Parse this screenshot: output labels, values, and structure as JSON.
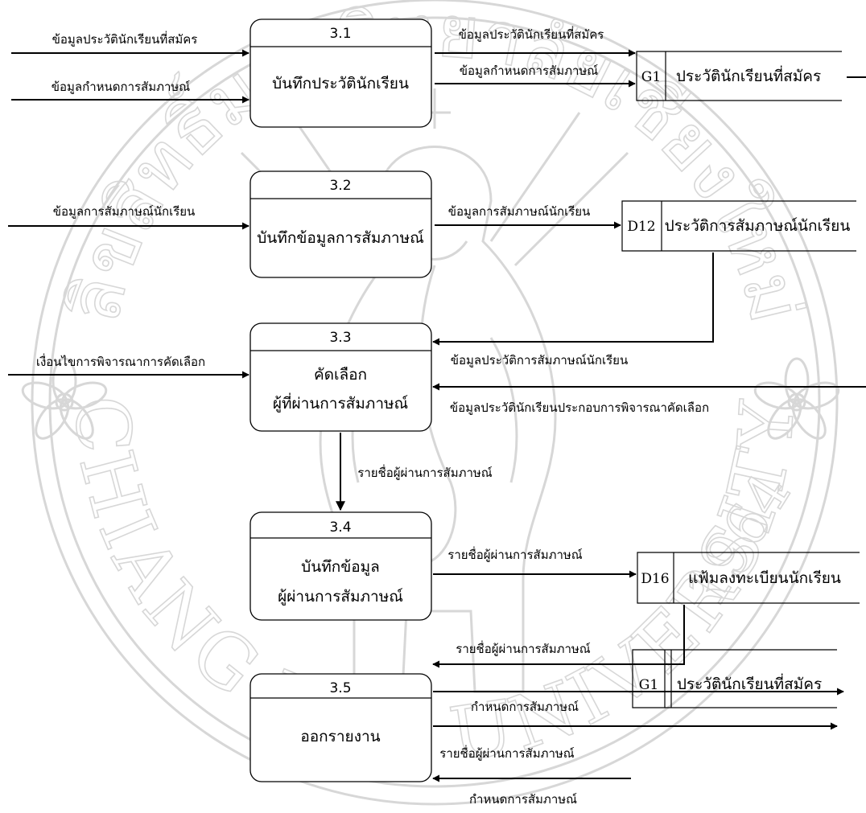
{
  "processes": {
    "p1": {
      "number": "3.1",
      "name": [
        "บันทึกประวัตินักเรียน"
      ]
    },
    "p2": {
      "number": "3.2",
      "name": [
        "บันทึกข้อมูลการสัมภาษณ์"
      ]
    },
    "p3": {
      "number": "3.3",
      "name": [
        "คัดเลือก",
        "ผู้ที่ผ่านการสัมภาษณ์"
      ]
    },
    "p4": {
      "number": "3.4",
      "name": [
        "บันทึกข้อมูล",
        "ผู้ผ่านการสัมภาษณ์"
      ]
    },
    "p5": {
      "number": "3.5",
      "name": [
        "ออกรายงาน"
      ]
    }
  },
  "stores": {
    "s1": {
      "id": "G1",
      "name": "ประวัตินักเรียนที่สมัคร"
    },
    "s2": {
      "id": "D12",
      "name": "ประวัติการสัมภาษณ์นักเรียน"
    },
    "s3": {
      "id": "D16",
      "name": "แฟ้มลงทะเบียนนักเรียน"
    },
    "s4": {
      "id": "G1",
      "name": "ประวัตินักเรียนที่สมัคร"
    }
  },
  "flows": {
    "f1": "ข้อมูลประวัตินักเรียนที่สมัคร",
    "f2": "ข้อมูลกำหนดการสัมภาษณ์",
    "f3": "ข้อมูลประวัตินักเรียนที่สมัคร",
    "f4": "ข้อมูลกำหนดการสัมภาษณ์",
    "f5": "ข้อมูลการสัมภาษณ์นักเรียน",
    "f6": "ข้อมูลการสัมภาษณ์นักเรียน",
    "f7": "เงื่อนไขการพิจารณาการคัดเลือก",
    "f8": "ข้อมูลประวัติการสัมภาษณ์นักเรียน",
    "f9": "ข้อมูลประวัตินักเรียนประกอบการพิจารณาคัดเลือก",
    "f10": "รายชื่อผู้ผ่านการสัมภาษณ์",
    "f11": "รายชื่อผู้ผ่านการสัมภาษณ์",
    "f12": "รายชื่อผู้ผ่านการสัมภาษณ์",
    "f13": "กำหนดการสัมภาษณ์",
    "f14": "รายชื่อผู้ผ่านการสัมภาษณ์",
    "f15": "กำหนดการสัมภาษณ์"
  },
  "watermark": {
    "top_text": "ลิขสิทธิ์มหาวิทยาลัยเชียงใหม่",
    "bottom_text": "CHIANG MAI UNIVERSITY",
    "year": "1964"
  }
}
